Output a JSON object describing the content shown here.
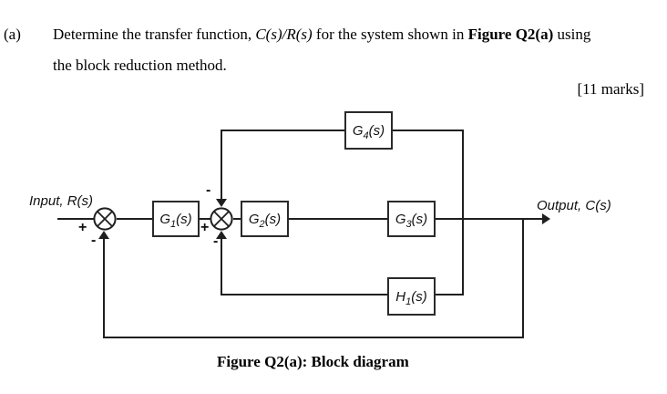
{
  "colors": {
    "line": "#1f1f1f",
    "text": "#000000",
    "background": "#ffffff"
  },
  "question": {
    "item_label": "(a)",
    "line1": {
      "t1": "Determine the transfer function, ",
      "math": "C(s)/R(s)",
      "t2": " for the system shown in ",
      "bold": "Figure Q2(a)",
      "t3": " using"
    },
    "line2": "the block reduction method.",
    "marks": "[11 marks]"
  },
  "diagram": {
    "input_label": "Input, R(s)",
    "output_label": "Output, C(s)",
    "blocks": {
      "g1": {
        "base": "G",
        "sub": "1",
        "arg": "(s)"
      },
      "g2": {
        "base": "G",
        "sub": "2",
        "arg": "(s)"
      },
      "g3": {
        "base": "G",
        "sub": "3",
        "arg": "(s)"
      },
      "g4": {
        "base": "G",
        "sub": "4",
        "arg": "(s)"
      },
      "h1": {
        "base": "H",
        "sub": "1",
        "arg": "(s)"
      }
    },
    "signs": {
      "j1_plus": "+",
      "j1_minus": "-",
      "j2_top_minus": "-",
      "j2_plus": "+",
      "j2_bottom_minus": "-"
    }
  },
  "caption": "Figure Q2(a): Block diagram"
}
